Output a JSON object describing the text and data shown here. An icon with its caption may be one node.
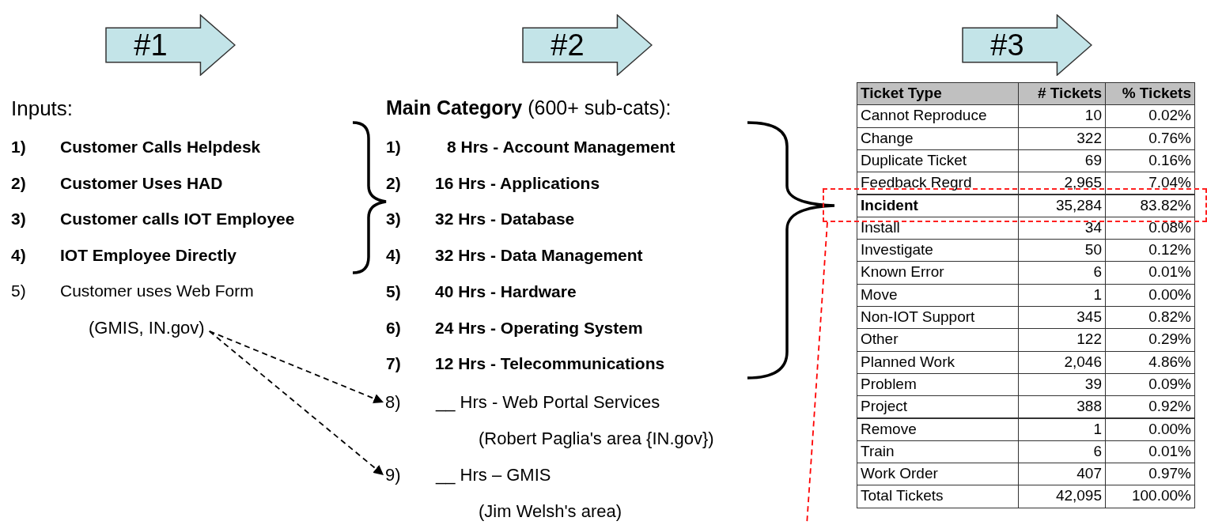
{
  "diagram": {
    "nodes": [
      {
        "text": [
          "#1"
        ]
      },
      {
        "text": [
          "#2"
        ]
      },
      {
        "text": [
          "#3"
        ]
      },
      {
        "text": [
          "(GMIS, IN.gov)"
        ]
      },
      {
        "text": [
          "8)",
          "__ Hrs - Web Portal Services",
          "(Robert Paglia's area {IN.gov})"
        ]
      },
      {
        "text": [
          "9)",
          "__ Hrs – GMIS",
          "(Jim Welsh's area)"
        ]
      },
      {
        "text": [],
        "shape": "box"
      }
    ],
    "edges": [
      {
        "from": 3,
        "to": 4,
        "arrow": "to",
        "style": "dashed"
      },
      {
        "from": 3,
        "to": 5,
        "arrow": "to",
        "style": "dashed"
      },
      {
        "from": 6,
        "to": null,
        "arrow": "none",
        "style": "dashed",
        "color": "#ff0000"
      }
    ],
    "labels": [
      "Inputs:",
      "1)",
      "Customer Calls Helpdesk",
      "2)",
      "Customer Uses HAD",
      "3)",
      "Customer calls IOT Employee",
      "4)",
      "IOT Employee Directly",
      "5)",
      "Customer uses Web Form",
      "**Main Category** (600+ sub-cats):",
      "1)",
      "8 Hrs - Account Management",
      "2)",
      "16 Hrs - Applications",
      "3)",
      "32 Hrs - Database",
      "4)",
      "32 Hrs - Data Management",
      "5)",
      "40 Hrs - Hardware",
      "6)",
      "24 Hrs - Operating System",
      "7)",
      "12 Hrs - Telecommunications",
      "Ticket Type",
      "# Tickets",
      "% Tickets",
      "Cannot Reproduce",
      "10",
      "0.02%",
      "Change",
      "322",
      "0.76%",
      "Duplicate Ticket",
      "69",
      "0.16%",
      "Feedback Regrd",
      "2,965",
      "7.04%",
      "Incident",
      "35,284",
      "83.82%",
      "Install",
      "34",
      "0.08%",
      "Investigate",
      "50",
      "0.12%",
      "Known Error",
      "6",
      "0.01%",
      "Move",
      "1",
      "0.00%",
      "Non-IOT Support",
      "345",
      "0.82%",
      "Other",
      "122",
      "0.29%",
      "Planned Work",
      "2,046",
      "4.86%",
      "Problem",
      "39",
      "0.09%",
      "Project",
      "388",
      "0.92%",
      "Remove",
      "1",
      "0.00%",
      "Train",
      "6",
      "0.01%",
      "Work Order",
      "407",
      "0.97%",
      "Total Tickets",
      "42,095",
      "100.00%"
    ]
  }
}
